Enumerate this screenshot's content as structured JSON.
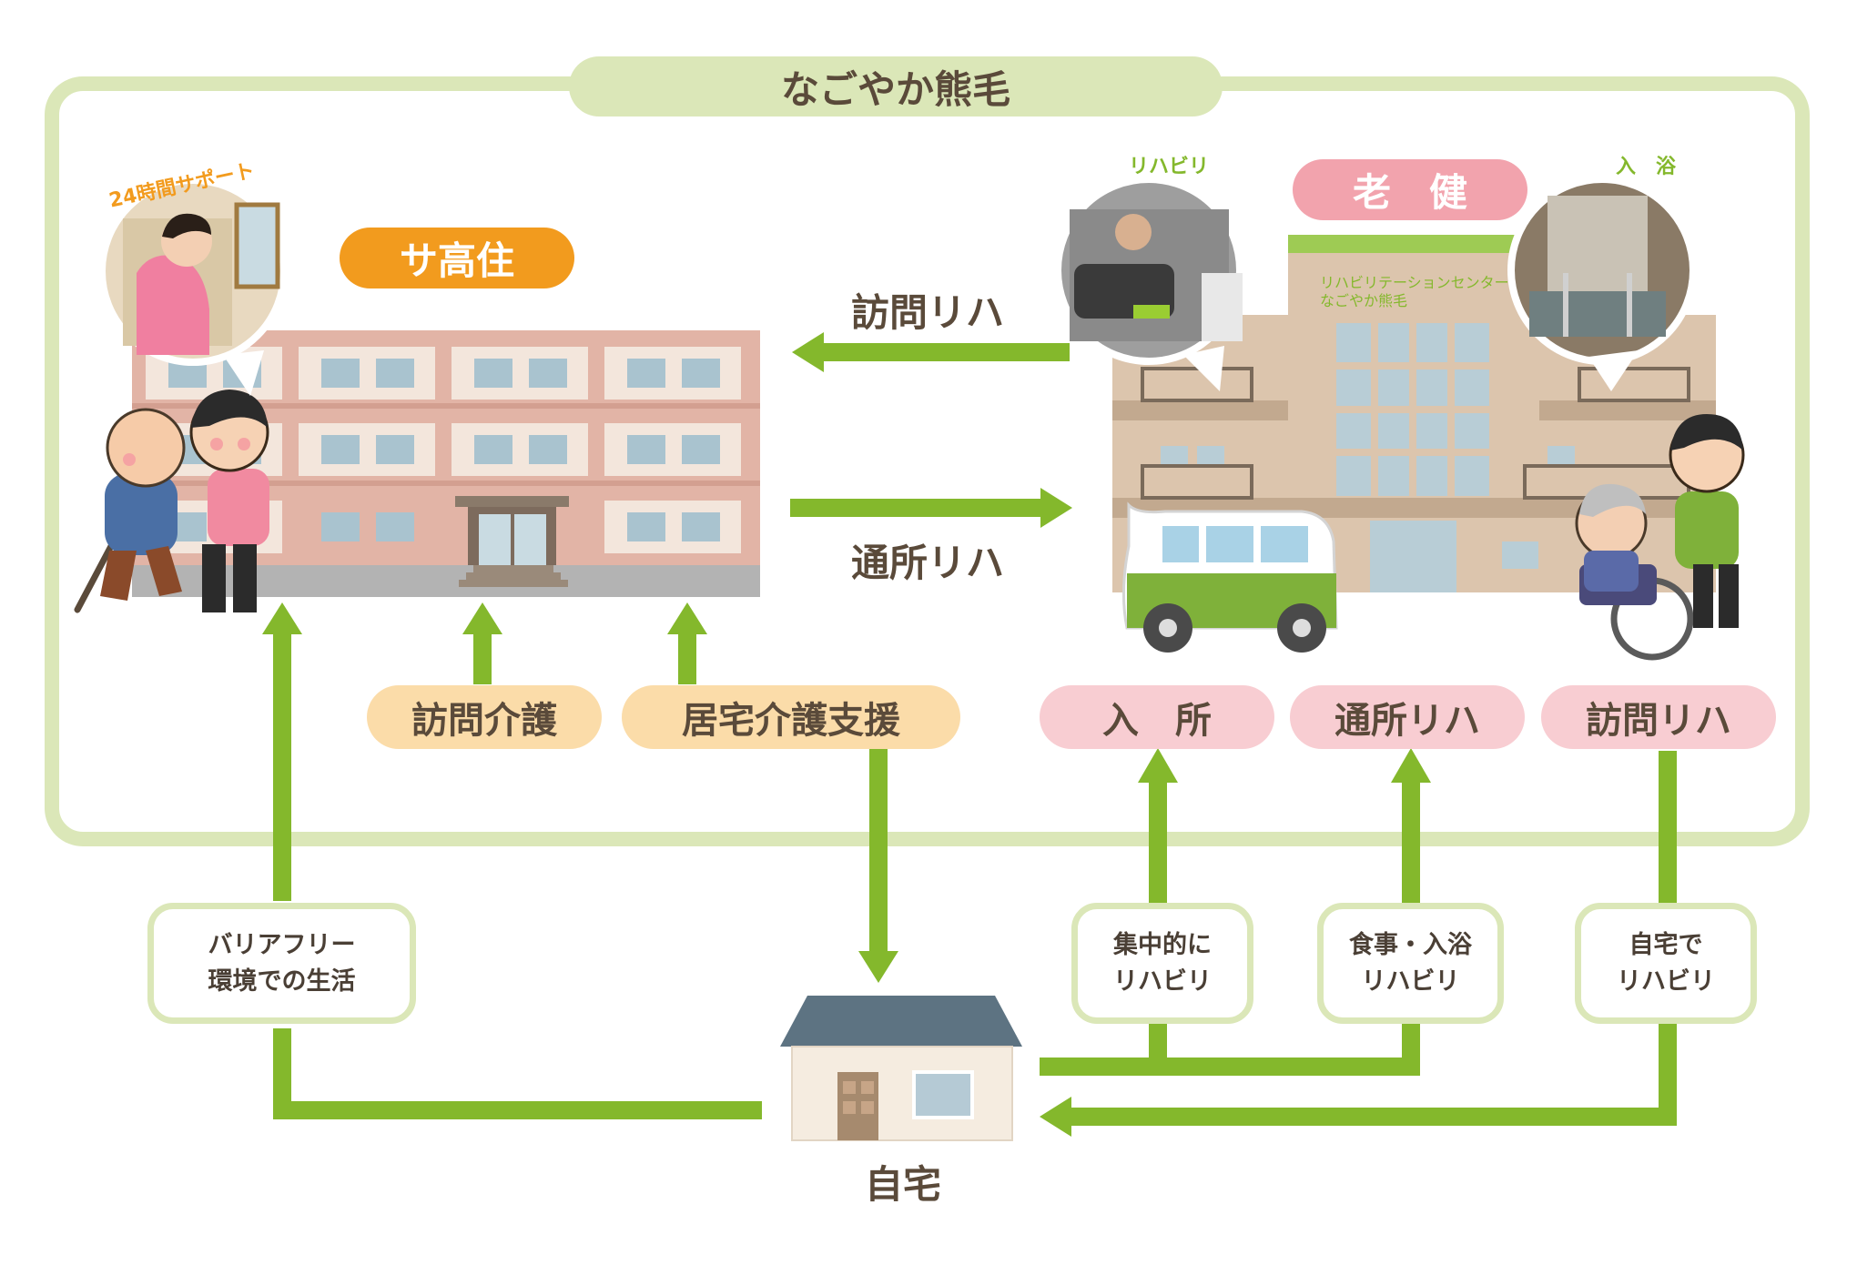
{
  "frame": {
    "title": "なごやか熊毛"
  },
  "sakoju": {
    "badge": "サ高住",
    "support_caption": "24時間サポート"
  },
  "roken": {
    "badge": "老　健",
    "building_sign_line1": "リハビリテーションセンター",
    "building_sign_line2": "なごやか熊毛",
    "rehab_caption": "リハビリ",
    "bath_caption": "入　浴"
  },
  "arrows": {
    "visit_rehab": "訪問リハ",
    "day_rehab": "通所リハ"
  },
  "services_left": [
    "訪問介護",
    "居宅介護支援"
  ],
  "services_right": [
    "入　所",
    "通所リハ",
    "訪問リハ"
  ],
  "notes": {
    "barrier_free": [
      "バリアフリー",
      "環境での生活"
    ],
    "intensive": [
      "集中的に",
      "リハビリ"
    ],
    "meal_bath": [
      "食事・入浴",
      "リハビリ"
    ],
    "home_rehab": [
      "自宅で",
      "リハビリ"
    ]
  },
  "home": {
    "label": "自宅"
  },
  "colors": {
    "frame": "#dbe7b8",
    "arrow": "#84b82c",
    "orange_badge": "#f29b1e",
    "orange_pill": "#fbdca9",
    "pink_badge": "#f2a3ad",
    "pink_pill": "#f8cdd2",
    "building_left": "#e2b4a6",
    "building_right": "#dcc5ad"
  }
}
